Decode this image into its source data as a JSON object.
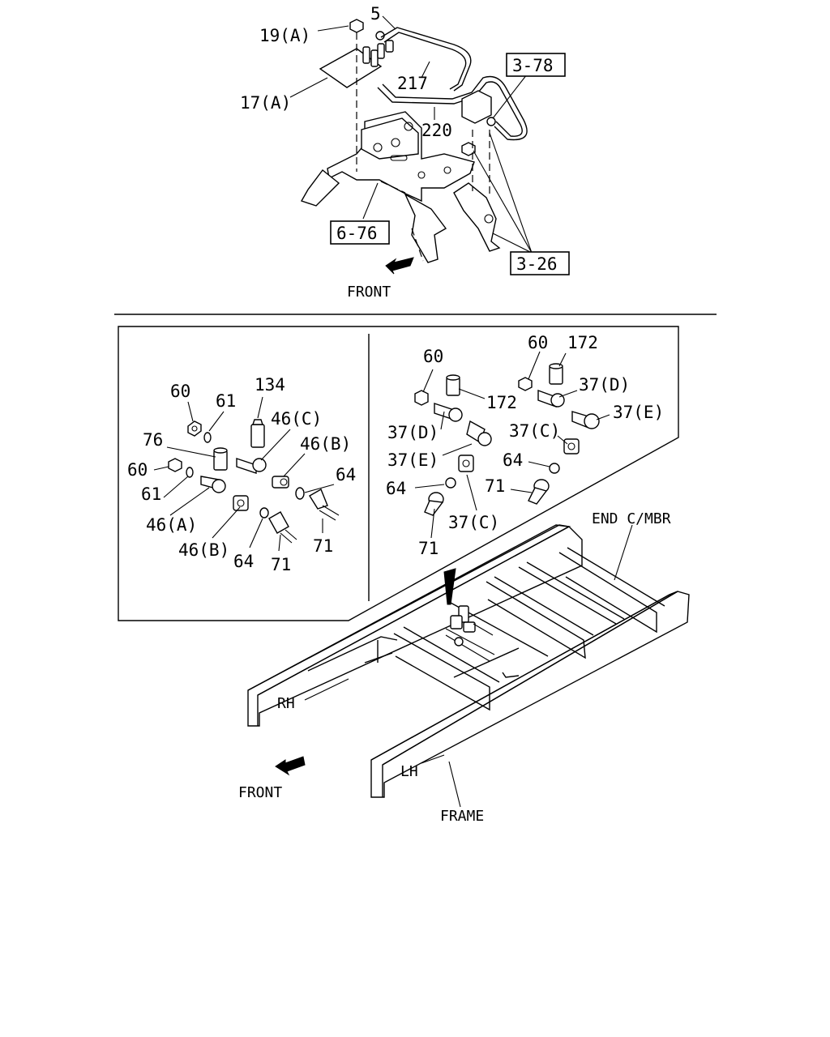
{
  "top_view": {
    "labels": {
      "p19a": "19(A)",
      "p5": "5",
      "p17a": "17(A)",
      "p217": "217",
      "p220": "220",
      "ref_3_78": "3-78",
      "ref_6_76": "6-76",
      "ref_3_26": "3-26",
      "front": "FRONT"
    }
  },
  "detail_left": {
    "labels": {
      "p60a": "60",
      "p61a": "61",
      "p134": "134",
      "p46c": "46(C)",
      "p76": "76",
      "p46b_top": "46(B)",
      "p60b": "60",
      "p64_right": "64",
      "p61b": "61",
      "p46a": "46(A)",
      "p46b_bottom": "46(B)",
      "p64_bottom": "64",
      "p71_left": "71",
      "p71_right": "71"
    }
  },
  "detail_right": {
    "labels": {
      "p60_left": "60",
      "p60_right": "60",
      "p172_top": "172",
      "p172_mid": "172",
      "p37d_right": "37(D)",
      "p37e_right": "37(E)",
      "p37d_left": "37(D)",
      "p37c_right": "37(C)",
      "p37e_left": "37(E)",
      "p64_right": "64",
      "p64_left": "64",
      "p71_right": "71",
      "p37c_left": "37(C)",
      "p71_left": "71"
    }
  },
  "frame_view": {
    "labels": {
      "end_cmbr": "END C/MBR",
      "rh": "RH",
      "lh": "LH",
      "front": "FRONT",
      "frame": "FRAME"
    }
  }
}
